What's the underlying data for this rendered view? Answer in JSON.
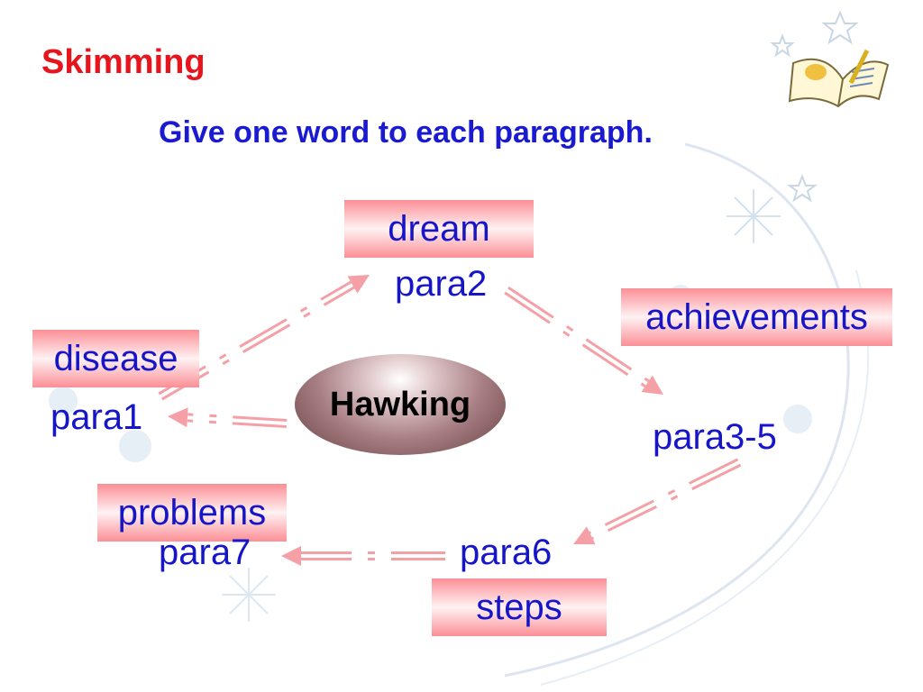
{
  "header": {
    "title": "Skimming",
    "instruction": "Give one word to each paragraph."
  },
  "diagram": {
    "center_label": "Hawking",
    "nodes": {
      "para1": {
        "word": "disease",
        "paragraph": "para1"
      },
      "para2": {
        "word": "dream",
        "paragraph": "para2"
      },
      "para3_5": {
        "word": "achievements",
        "paragraph": "para3-5"
      },
      "para6": {
        "word": "steps",
        "paragraph": "para6"
      },
      "para7": {
        "word": "problems",
        "paragraph": "para7"
      }
    },
    "flow": [
      "para1",
      "para2",
      "para3-5",
      "para6",
      "para7"
    ]
  },
  "colors": {
    "title": "#e8141c",
    "instruction": "#1a1ad0",
    "node_text": "#1616c8",
    "box_fill": "#fb8f96",
    "arrow": "#f4a0a6"
  },
  "icons": [
    "open-book-icon",
    "star-icon",
    "snowflake-icon"
  ]
}
